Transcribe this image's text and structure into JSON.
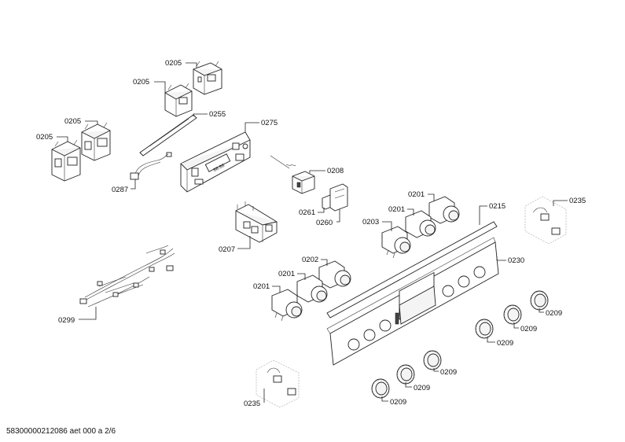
{
  "footer": {
    "doc_id": "58300000212086 aet 000 a 2/6"
  },
  "labels": [
    "0205",
    "0205",
    "0205",
    "0205",
    "0255",
    "0275",
    "0287",
    "0208",
    "0261",
    "0260",
    "0207",
    "0201",
    "0201",
    "0203",
    "0215",
    "0235",
    "0230",
    "0202",
    "0201",
    "0201",
    "0299",
    "0209",
    "0209",
    "0209",
    "0209",
    "0209",
    "0209",
    "0235"
  ]
}
